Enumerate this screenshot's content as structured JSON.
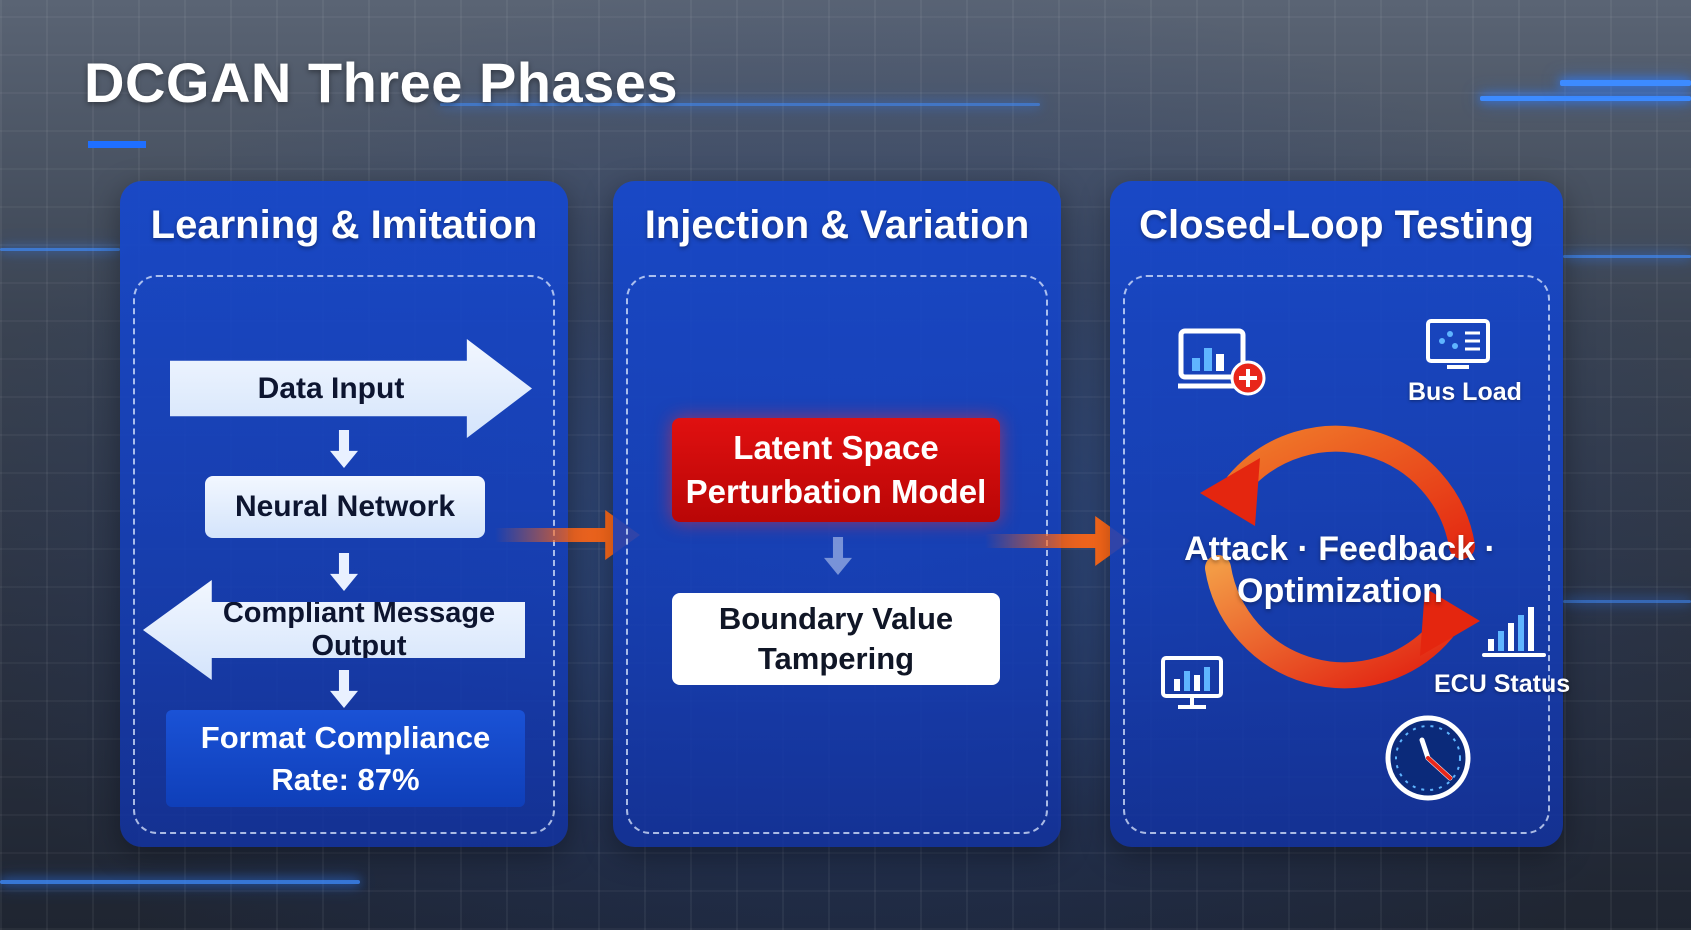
{
  "title": "DCGAN Three Phases",
  "phases": [
    {
      "title": "Learning & Imitation",
      "steps": [
        "Data Input",
        "Neural Network",
        "Compliant Message Output"
      ],
      "result_line1": "Format Compliance",
      "result_line2": "Rate: 87%"
    },
    {
      "title": "Injection & Variation",
      "model_line1": "Latent Space",
      "model_line2": "Perturbation Model",
      "tamper_line1": "Boundary Value",
      "tamper_line2": "Tampering"
    },
    {
      "title": "Closed-Loop Testing",
      "cycle_line1": "Attack · Feedback ·",
      "cycle_line2": "Optimization",
      "bus_load_label": "Bus Load",
      "ecu_status_label": "ECU Status"
    }
  ],
  "colors": {
    "panel_blue": "#1648cd",
    "accent_red": "#d40b0b",
    "flow_orange": "#ff6a1a",
    "title_underline": "#1f6fff"
  },
  "icons": {
    "monitor_add": "monitor-chart-add-icon",
    "bus_load": "bus-load-monitor-icon",
    "ecu_status": "signal-bars-icon",
    "monitor_chart": "monitor-chart-icon",
    "gauge": "gauge-icon"
  }
}
